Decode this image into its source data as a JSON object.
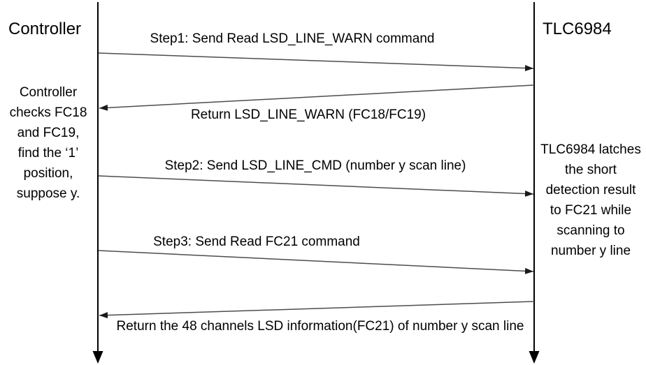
{
  "diagram": {
    "type": "sequence-diagram",
    "colors": {
      "background": "#ffffff",
      "lifeline": "#000000",
      "message_line": "#4d4d4d",
      "arrowhead": "#1a1a1a",
      "text": "#000000"
    },
    "actors": [
      {
        "id": "controller",
        "label": "Controller"
      },
      {
        "id": "tlc6984",
        "label": "TLC6984"
      }
    ],
    "messages": [
      {
        "from": "Controller",
        "to": "TLC6984",
        "label": "Step1: Send Read LSD_LINE_WARN command"
      },
      {
        "from": "TLC6984",
        "to": "Controller",
        "label": "Return LSD_LINE_WARN (FC18/FC19)"
      },
      {
        "from": "Controller",
        "to": "TLC6984",
        "label": "Step2: Send LSD_LINE_CMD (number y scan line)"
      },
      {
        "from": "Controller",
        "to": "TLC6984",
        "label": "Step3: Send Read FC21 command"
      },
      {
        "from": "TLC6984",
        "to": "Controller",
        "label": "Return the 48 channels LSD information(FC21) of number y scan line"
      }
    ],
    "notes": [
      {
        "actor": "Controller",
        "text": "Controller\nchecks FC18\nand FC19,\nfind the ‘1’\nposition,\nsuppose y."
      },
      {
        "actor": "TLC6984",
        "text": "TLC6984 latches\nthe short\ndetection result\nto FC21 while\nscanning to\nnumber y line"
      }
    ]
  }
}
